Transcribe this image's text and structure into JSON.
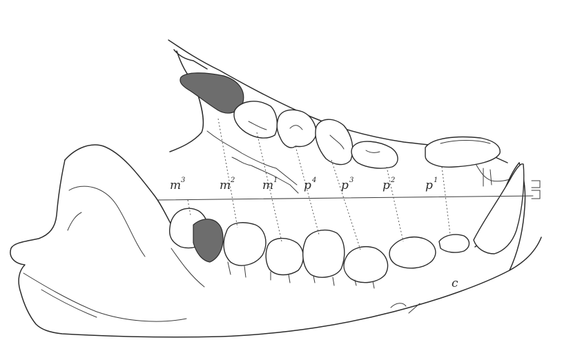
{
  "figure": {
    "tooth_labels": [
      {
        "base": "m",
        "sup": "3"
      },
      {
        "base": "m",
        "sup": "2"
      },
      {
        "base": "m",
        "sup": "1"
      },
      {
        "base": "p",
        "sup": "4"
      },
      {
        "base": "p",
        "sup": "3"
      },
      {
        "base": "p",
        "sup": "2"
      },
      {
        "base": "p",
        "sup": "1"
      }
    ],
    "mandible_mark": "c",
    "colors": {
      "ink": "#2b2b2b",
      "paper": "#ffffff"
    }
  }
}
